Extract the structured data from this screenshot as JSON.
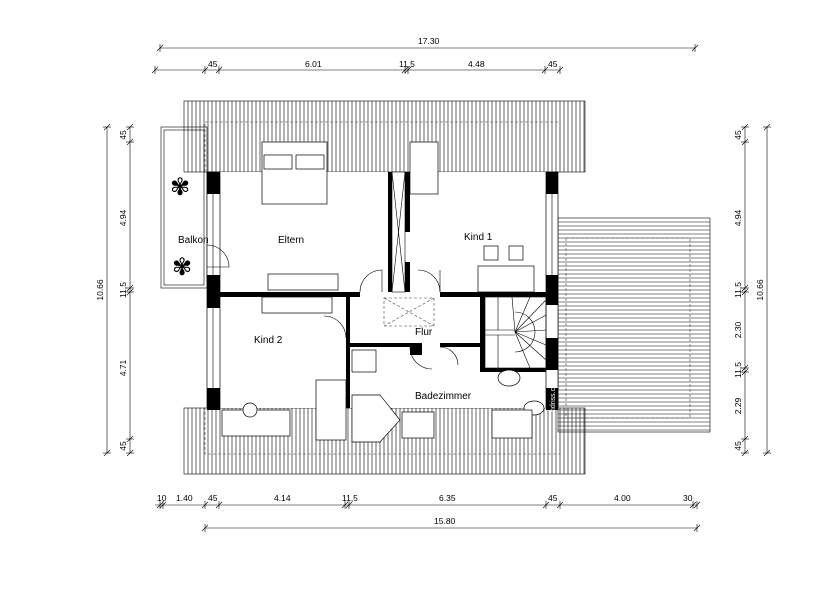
{
  "rooms": {
    "balkon": "Balkon",
    "eltern": "Eltern",
    "kind1": "Kind 1",
    "kind2": "Kind 2",
    "flur": "Flur",
    "bad": "Badezimmer"
  },
  "dimensions": {
    "top_total": "17.30",
    "top_row": [
      "45",
      "6.01",
      "11,5",
      "4.48",
      "45"
    ],
    "bottom_row": [
      "10",
      "1.40",
      "45",
      "4.14",
      "11,5",
      "6.35",
      "45",
      "4.00",
      "30"
    ],
    "bottom_total": "15.80",
    "left_row": [
      "45",
      "4.94",
      "11,5",
      "4.71",
      "45"
    ],
    "left_total": "10.66",
    "right_row": [
      "45",
      "4.94",
      "11,5",
      "2.30",
      "11,5",
      "2.29",
      "45"
    ],
    "right_total": "10.66"
  },
  "watermark": "ndriss.com"
}
